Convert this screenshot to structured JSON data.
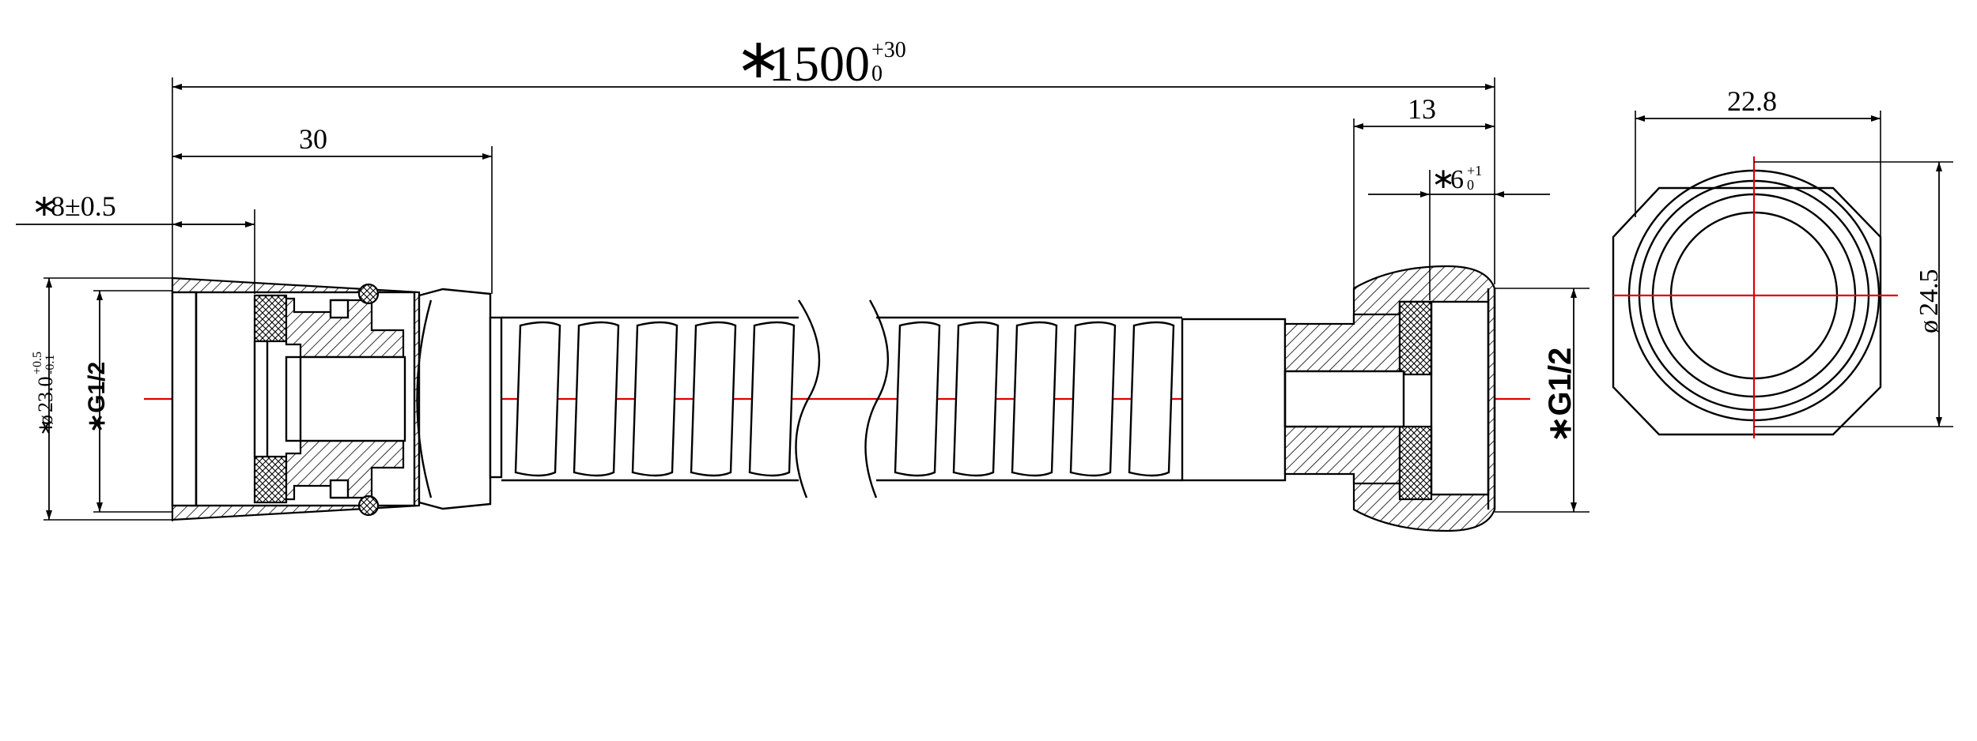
{
  "dimensions": {
    "overall_length": {
      "star": "∗",
      "value": "1500",
      "tol_upper": "+30",
      "tol_lower": "0"
    },
    "insert_depth": {
      "value": "30"
    },
    "left_thread_len": {
      "star": "∗",
      "value": "8±0.5"
    },
    "right_nut_len": {
      "value": "13"
    },
    "right_thread_len": {
      "star": "∗",
      "value": "6",
      "tol_upper": "+1",
      "tol_lower": "0"
    },
    "left_outer_dia": {
      "star": "∗",
      "symbol": "ø",
      "value": "23.0",
      "tol_upper": "+0.5",
      "tol_lower": "-0.1"
    },
    "left_thread": {
      "label": "∗G1/2"
    },
    "right_thread": {
      "label": "∗G1/2"
    },
    "end_view_width": {
      "value": "22.8"
    },
    "end_view_dia": {
      "symbol": "ø",
      "value": "24.5"
    }
  },
  "colors": {
    "line": "#000000",
    "centerline": "#e00000",
    "background": "#ffffff"
  }
}
